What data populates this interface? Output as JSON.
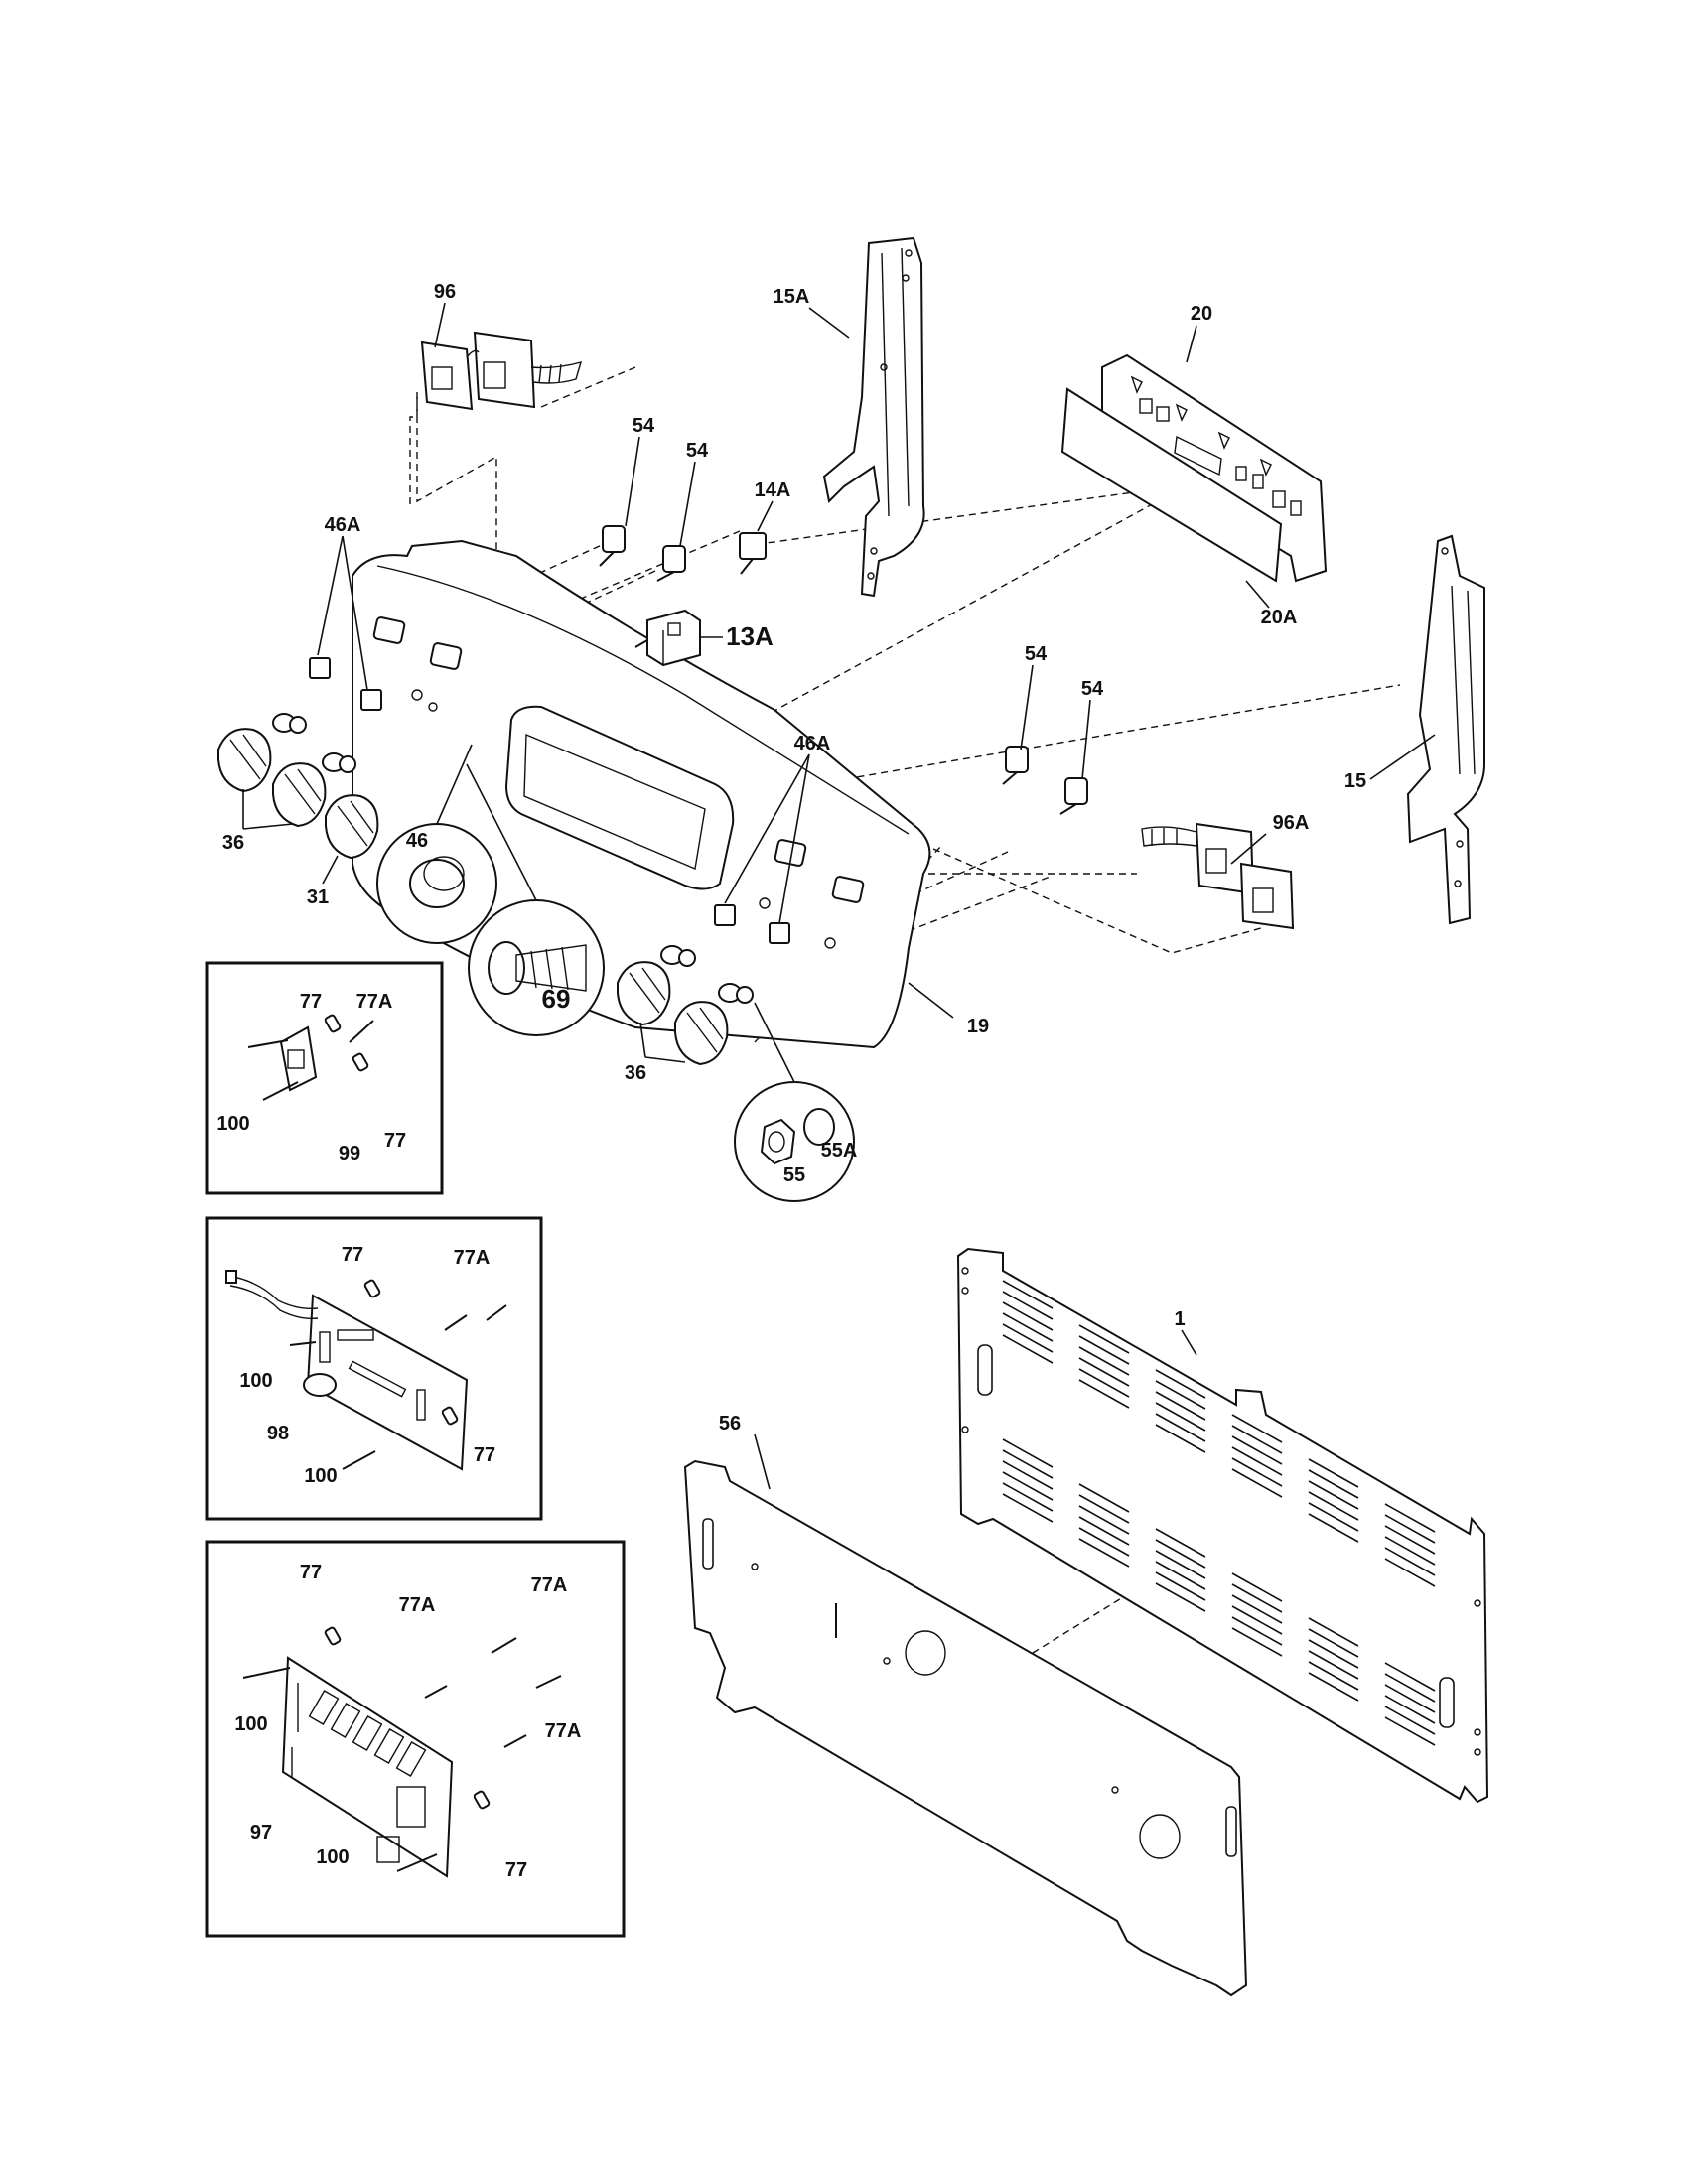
{
  "callouts": {
    "c96": "96",
    "c15A": "15A",
    "c20": "20",
    "c54a": "54",
    "c54b": "54",
    "c14A": "14A",
    "c46Aa": "46A",
    "c13A": "13A",
    "c20A": "20A",
    "c54c": "54",
    "c54d": "54",
    "c46Ab": "46A",
    "c15": "15",
    "c96A": "96A",
    "c36a": "36",
    "c31": "31",
    "c46": "46",
    "c69": "69",
    "c19": "19",
    "c36b": "36",
    "c55": "55",
    "c55A": "55A",
    "c1": "1",
    "c56": "56",
    "b1_77a": "77",
    "b1_77A": "77A",
    "b1_100": "100",
    "b1_99": "99",
    "b1_77b": "77",
    "b2_77a": "77",
    "b2_77A": "77A",
    "b2_100a": "100",
    "b2_98": "98",
    "b2_100b": "100",
    "b2_77b": "77",
    "b3_77a": "77",
    "b3_77Aa": "77A",
    "b3_77Ab": "77A",
    "b3_100a": "100",
    "b3_77Ac": "77A",
    "b3_97": "97",
    "b3_100b": "100",
    "b3_77b": "77"
  }
}
